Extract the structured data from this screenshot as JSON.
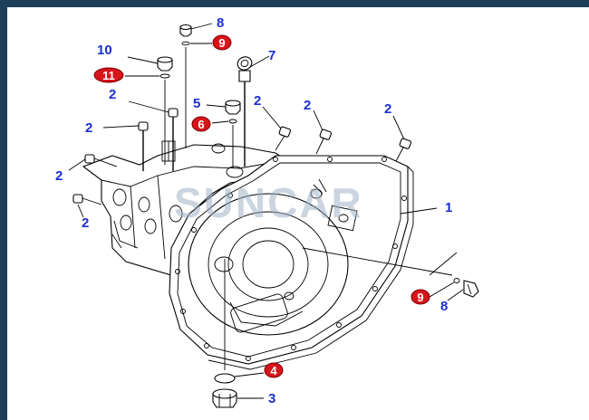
{
  "watermark": "SUNCAR",
  "colors": {
    "frame": "#1d3f5a",
    "callout_blue": "#1b2fd0",
    "callout_red": "#d8141b"
  },
  "callouts": {
    "c1": "1",
    "c2a": "2",
    "c2b": "2",
    "c2c": "2",
    "c2d": "2",
    "c2e": "2",
    "c2f": "2",
    "c2g": "2",
    "c3": "3",
    "c4": "4",
    "c5": "5",
    "c6": "6",
    "c7": "7",
    "c8a": "8",
    "c8b": "8",
    "c9a": "9",
    "c9b": "9",
    "c10": "10",
    "c11": "11"
  }
}
